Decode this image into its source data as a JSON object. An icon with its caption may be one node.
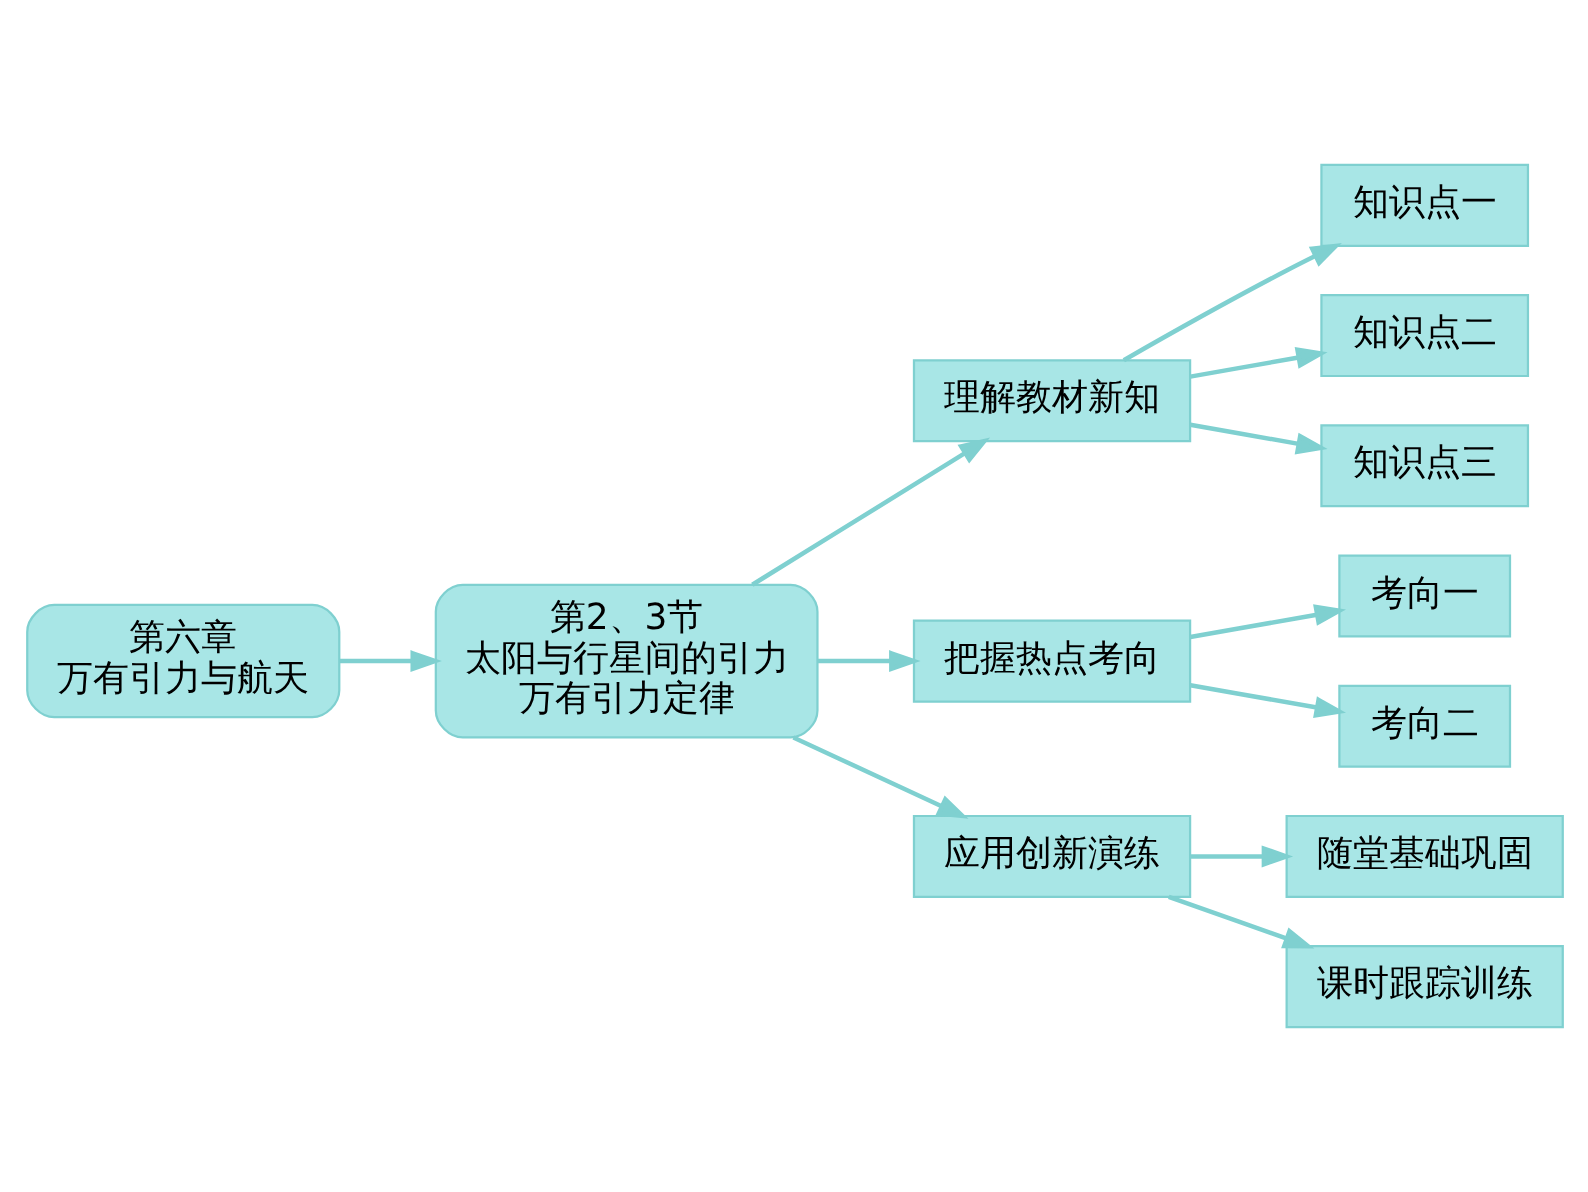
{
  "diagram": {
    "nodes": [
      {
        "text": [
          "第六章",
          "万有引力与航天"
        ]
      },
      {
        "text": [
          "第2、3节",
          "太阳与行星间的引力",
          "万有引力定律"
        ]
      },
      {
        "text": [
          "理解教材新知"
        ]
      },
      {
        "text": [
          "把握热点考向"
        ]
      },
      {
        "text": [
          "应用创新演练"
        ]
      },
      {
        "text": [
          "知识点一"
        ]
      },
      {
        "text": [
          "知识点二"
        ]
      },
      {
        "text": [
          "知识点三"
        ]
      },
      {
        "text": [
          "考向一"
        ]
      },
      {
        "text": [
          "考向二"
        ]
      },
      {
        "text": [
          "随堂基础巩固"
        ]
      },
      {
        "text": [
          "课时跟踪训练"
        ]
      }
    ],
    "edges": [
      {
        "from": 0,
        "to": 1,
        "arrow": "to"
      },
      {
        "from": 1,
        "to": 2,
        "arrow": "to"
      },
      {
        "from": 1,
        "to": 3,
        "arrow": "to"
      },
      {
        "from": 1,
        "to": 4,
        "arrow": "to"
      },
      {
        "from": 2,
        "to": 5,
        "arrow": "to"
      },
      {
        "from": 2,
        "to": 6,
        "arrow": "to"
      },
      {
        "from": 2,
        "to": 7,
        "arrow": "to"
      },
      {
        "from": 3,
        "to": 8,
        "arrow": "to"
      },
      {
        "from": 3,
        "to": 9,
        "arrow": "to"
      },
      {
        "from": 4,
        "to": 10,
        "arrow": "to"
      },
      {
        "from": 4,
        "to": 11,
        "arrow": "to"
      }
    ]
  }
}
